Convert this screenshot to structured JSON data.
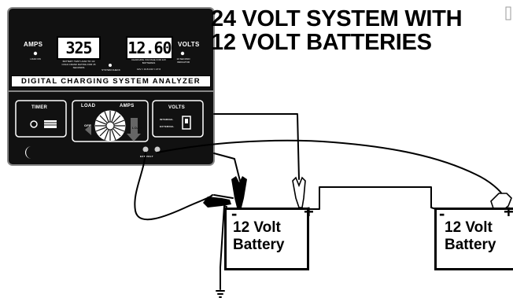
{
  "title": {
    "line1": "24 VOLT SYSTEM WITH",
    "line2": "12 VOLT BATTERIES"
  },
  "analyzer": {
    "amps_label": "AMPS",
    "amps_reading": "325",
    "volts_reading": "12.60",
    "volts_label": "VOLTS",
    "name": "DIGITAL CHARGING SYSTEM ANALYZER",
    "small_texts": {
      "load_on": "LOAD ON",
      "battery_test": "BATTERY TEST LOAD TO 1/2 COLD CRANK RATING FOR 15 SECONDS",
      "system_check": "SYSTEM CHECK",
      "charging_check": "CHARGING VOLTAGE FOR 12V BATTERIES",
      "ok_readings": "12V = 13.8 24V = 27.6",
      "ten_second": "10 SECOND INDICATOR"
    },
    "panels": {
      "timer": "TIMER",
      "load": "LOAD",
      "amps": "AMPS",
      "off": "OFF",
      "load_small": "LOAD",
      "volts": "VOLTS",
      "internal": "INTERNAL",
      "external": "EXTERNAL",
      "jacks": "EXT VOLT"
    }
  },
  "batteries": [
    {
      "line1": "12 Volt",
      "line2": "Battery",
      "neg": "-",
      "pos": "+"
    },
    {
      "line1": "12 Volt",
      "line2": "Battery",
      "neg": "-",
      "pos": "+"
    }
  ],
  "colors": {
    "ink": "#000000",
    "panel_bg": "#111111",
    "face": "#ffffff"
  }
}
